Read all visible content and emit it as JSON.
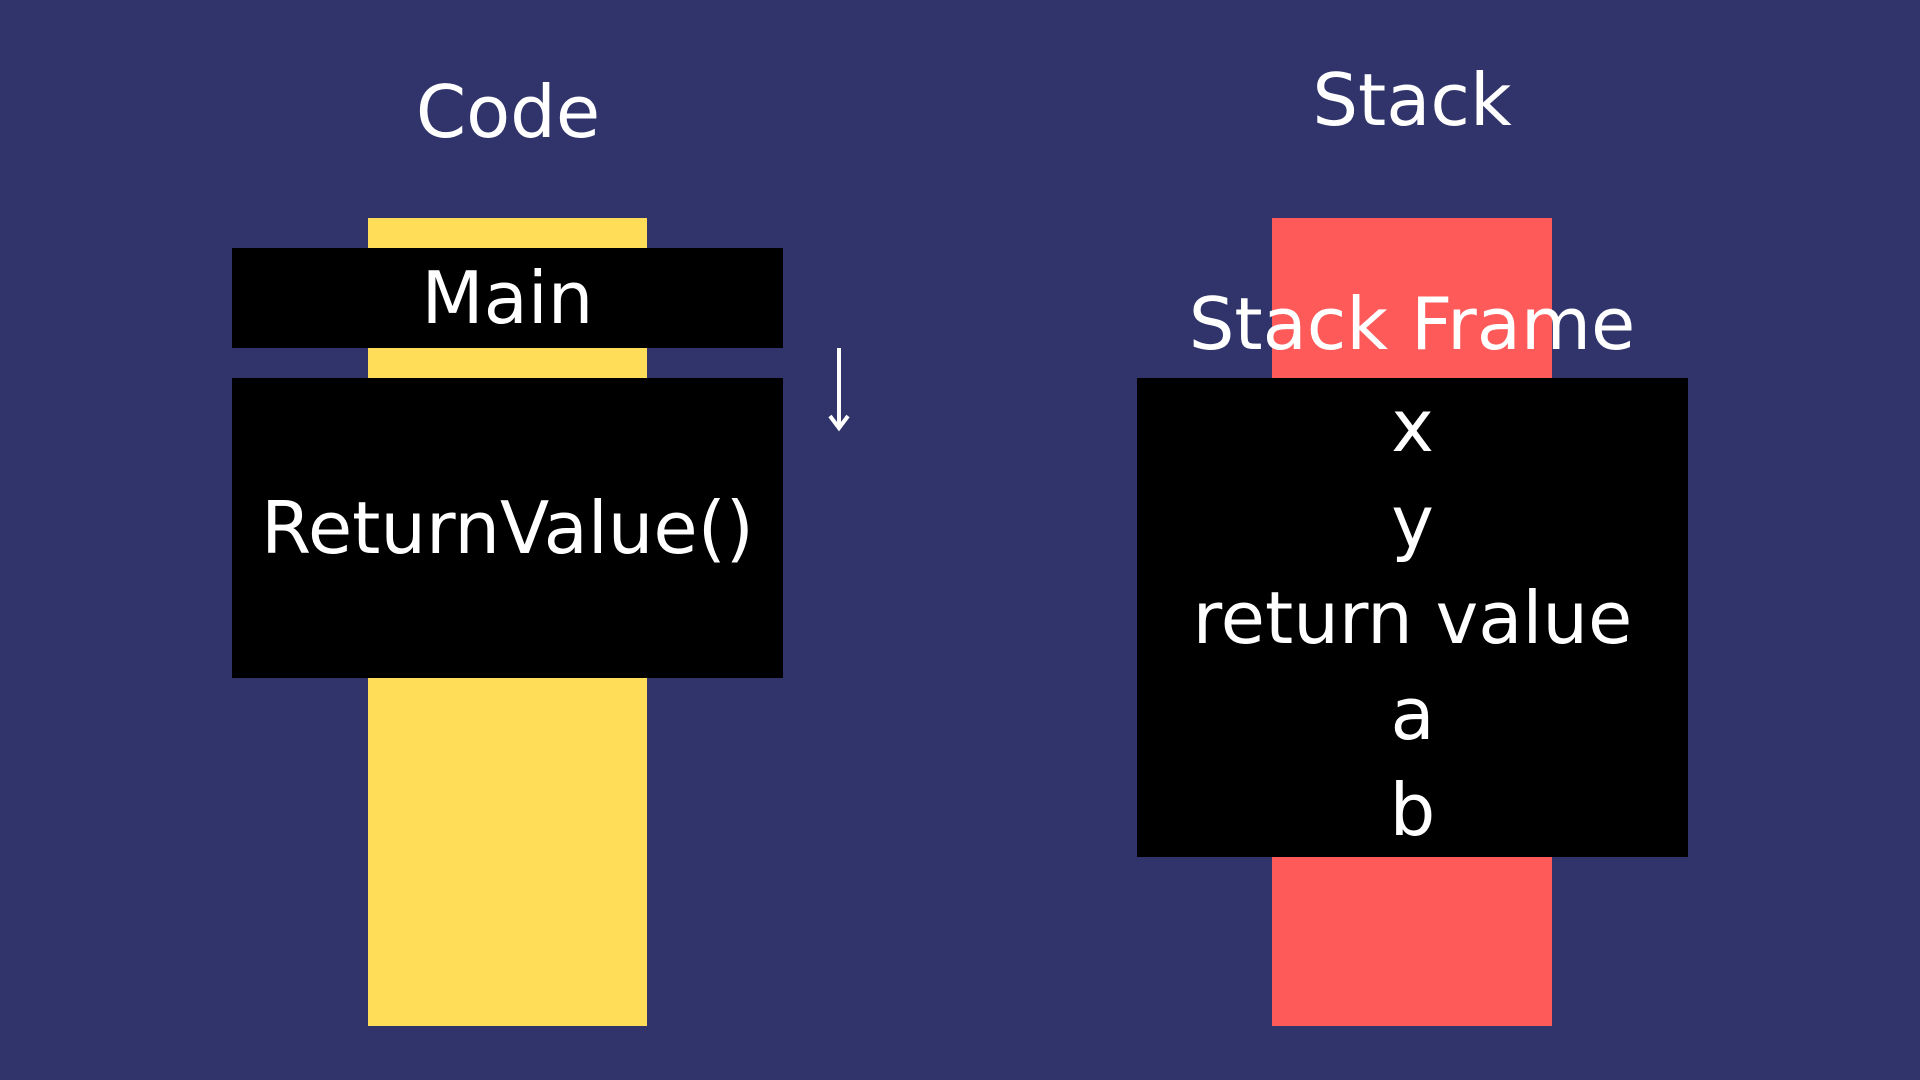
{
  "code_panel": {
    "heading": "Code",
    "bar_color": "#ffdd59",
    "blocks": {
      "main_label": "Main",
      "call_label": "ReturnValue()"
    },
    "arrow_icon": "down-arrow-icon"
  },
  "stack_panel": {
    "heading": "Stack",
    "bar_color": "#ff5a5a",
    "frame_label": "Stack Frame",
    "frame_items": [
      "x",
      "y",
      "return value",
      "a",
      "b"
    ]
  },
  "colors": {
    "background": "#31346b",
    "block": "#000000",
    "text": "#ffffff"
  }
}
